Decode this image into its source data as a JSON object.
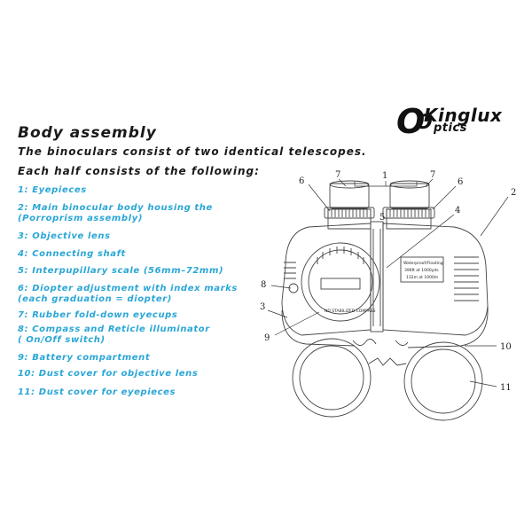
{
  "logo": {
    "initial_top": "O",
    "initial_bottom": "O",
    "word_top": "Kinglux",
    "word_bottom": "ptics"
  },
  "title": "Body assembly",
  "subtitle_lines": [
    "The binoculars consist of two identical telescopes.",
    "Each half consists of the following:"
  ],
  "items": [
    "1: Eyepieces",
    "2: Main binocular body housing the\n(Porroprism assembly)",
    "3: Objective lens",
    "4: Connecting shaft",
    "5: Interpupillary scale (56mm–72mm)",
    "6: Diopter adjustment with index marks\n(each graduation = diopter)",
    "7: Rubber fold-down eyecups",
    "8: Compass and Reticle illuminator\n( On/Off switch)",
    "9: Battery compartment",
    "10: Dust cover for objective lens",
    "11: Dust cover for eyepieces"
  ],
  "callouts": [
    "1",
    "2",
    "3",
    "4",
    "5",
    "6",
    "6",
    "7",
    "7",
    "8",
    "9",
    "10",
    "11"
  ],
  "badge_lines": [
    "Waterproof/Floating",
    "396ft at 1000yds",
    "132m at 1000m"
  ],
  "compass_ring_text": "ND STABILIZED COMPASS"
}
